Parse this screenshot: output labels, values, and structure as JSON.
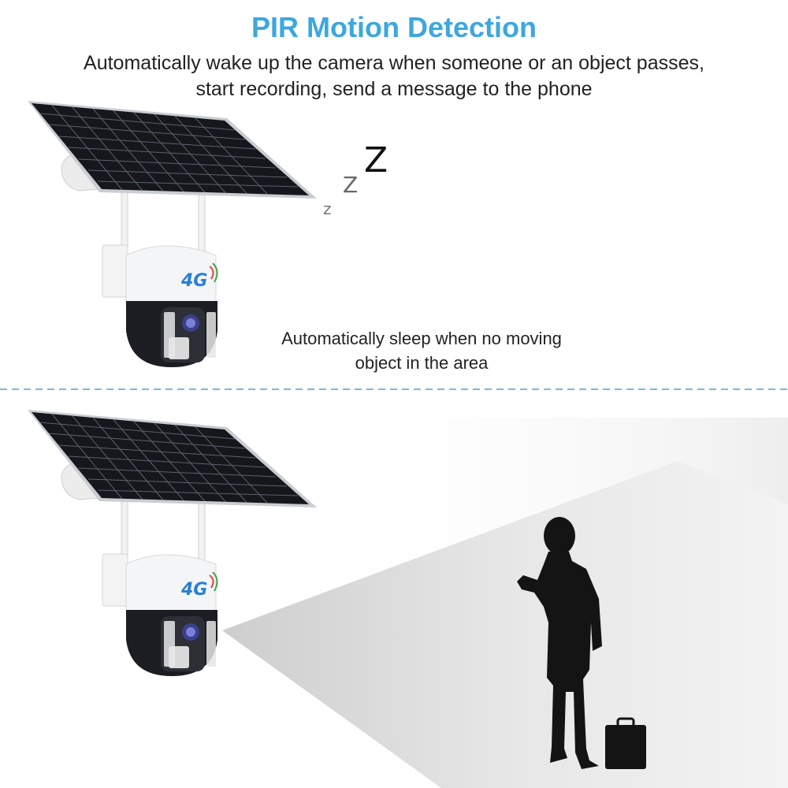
{
  "header": {
    "title": "PIR Motion Detection",
    "subtitle": "Automatically wake up the camera when someone or an object passes, start recording, send a message to the phone"
  },
  "sleep_state": {
    "caption": "Automatically sleep when no moving object in the area",
    "zzz": [
      "z",
      "Z",
      "Z"
    ]
  },
  "camera": {
    "network_badge": "4G"
  },
  "colors": {
    "title_accent": "#3da7de",
    "divider": "#7fb8d6",
    "solar_panel": "#15171c",
    "person_silhouette": "#141414"
  },
  "icons": {
    "camera": "solar-4g-ptz-camera-icon",
    "person": "person-silhouette-icon"
  }
}
